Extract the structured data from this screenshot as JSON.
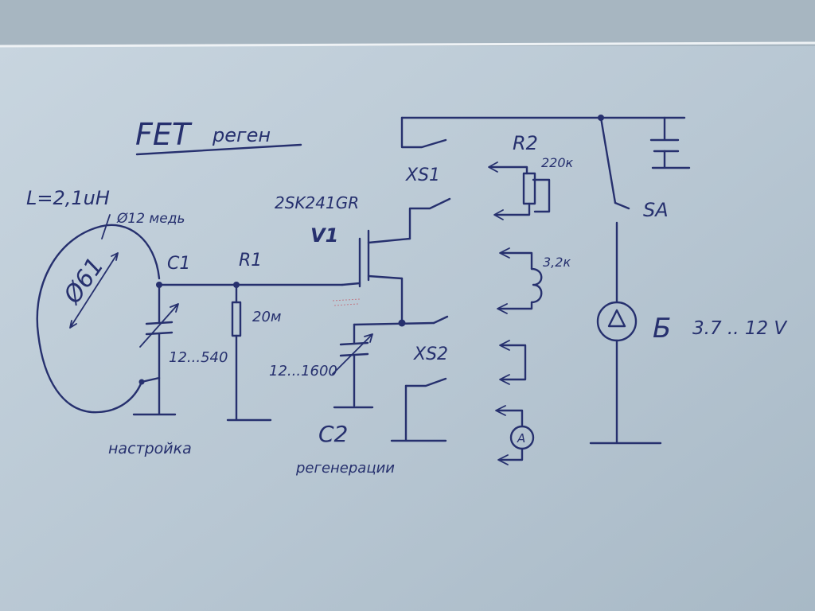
{
  "title": "FET",
  "title_sub": "реген",
  "coil": {
    "inductance": "L=2,1uH",
    "wire": "Ø12 медь",
    "diameter": "Ø61"
  },
  "tuning": {
    "ref": "C1",
    "range": "12...540",
    "caption": "настройка"
  },
  "gate_resistor": {
    "ref": "R1",
    "value": "20м"
  },
  "transistor": {
    "ref": "V1",
    "part": "2SK241GR"
  },
  "regen": {
    "ref": "C2",
    "range": "12...1600",
    "caption": "регенерации"
  },
  "jacks": {
    "xs1": "XS1",
    "xs2": "XS2"
  },
  "plug_r2": {
    "ref": "R2",
    "value": "220к"
  },
  "plug_coil": {
    "value": "3,2к"
  },
  "meter": {
    "symbol": "A"
  },
  "switch": {
    "ref": "SA"
  },
  "battery": {
    "symbol": "Б",
    "range": "3.7 .. 12 V"
  }
}
